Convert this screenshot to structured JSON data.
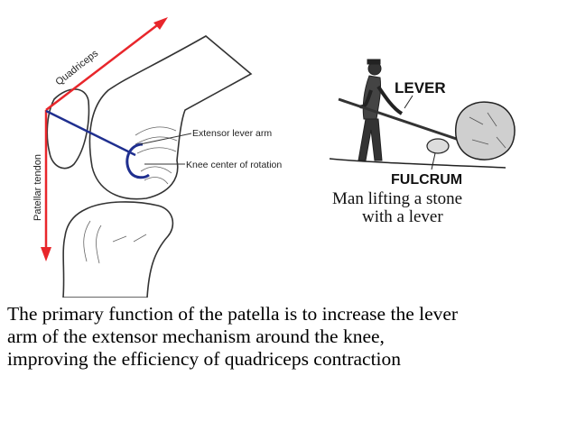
{
  "knee_diagram": {
    "labels": {
      "quadriceps": "Quadriceps",
      "patellar_tendon": "Patellar tendon",
      "extensor_lever_arm": "Extensor lever arm",
      "knee_center": "Knee center of rotation"
    },
    "colors": {
      "force_arrow": "#e8262b",
      "lever_arm": "#1f2f8f"
    }
  },
  "lever_illustration": {
    "lever_label": "LEVER",
    "fulcrum_label": "FULCRUM",
    "caption_line1": "Man lifting a stone",
    "caption_line2": "with a lever"
  },
  "caption": {
    "line1": "The primary function of the patella is to increase the lever",
    "line2": "arm of the extensor mechanism around the knee,",
    "line3": "improving the efficiency of quadriceps contraction"
  }
}
